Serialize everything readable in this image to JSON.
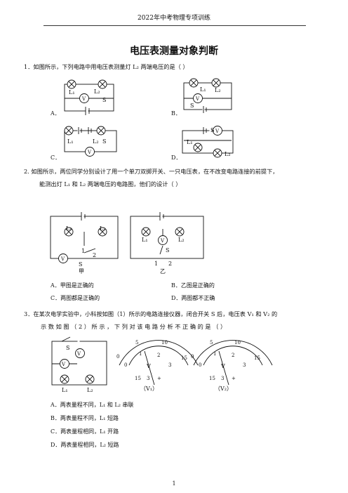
{
  "header": "2022年中考物理专项训练",
  "title": "电压表测量对象判断",
  "q1": {
    "stem": "1．如图所示，下列电路中用电压表测量灯 L₂ 两端电压的是（        ）",
    "options": [
      "A．",
      "B．",
      "C．",
      "D．"
    ],
    "labels": {
      "L1": "L₁",
      "L2": "L₂",
      "V": "V",
      "S": "S"
    }
  },
  "q2": {
    "stem_line1": "2. 如图所示，两位同学分别设计了用一个单刀双掷开关、一只电压表，在不改变电路连接的前提下，",
    "stem_line2": "能测出灯 L₁ 和 L₂ 两端电压的电路图，他们的设计（        ）",
    "fig_jia": "甲",
    "fig_yi": "乙",
    "label_1": "1",
    "label_2": "2",
    "options": [
      "A．甲图是正确的",
      "B．乙图是正确的",
      "C．两图都是正确的",
      "D．两图都不正确"
    ]
  },
  "q3": {
    "stem_line1": "3．在某次电学实验中，小科按如图（1）所示的电路连接仪器，闭合开关 S 后，电压表 V₁ 和 V₂ 的",
    "stem_line2": "示 数 如 图 （ 2 ） 所 示 ， 下 列 对 该 电 路 分 析 不 正 确 的 是 （          ）",
    "meter1_caption": "（V₁）",
    "meter2_caption": "（V₂）",
    "scale_outer": [
      "0",
      "5",
      "10",
      "15"
    ],
    "scale_inner": [
      "0",
      "1",
      "2",
      "3"
    ],
    "terminals": [
      "15",
      "3",
      "+"
    ],
    "options": [
      "A．两表量程不同，L₁ 和 L₂ 串联",
      "B．两表量程不同，L₁ 短路",
      "C．两表量程相同，L₁ 开路",
      "D．两表量程相同，L₂ 短路"
    ]
  },
  "page_number": "1"
}
